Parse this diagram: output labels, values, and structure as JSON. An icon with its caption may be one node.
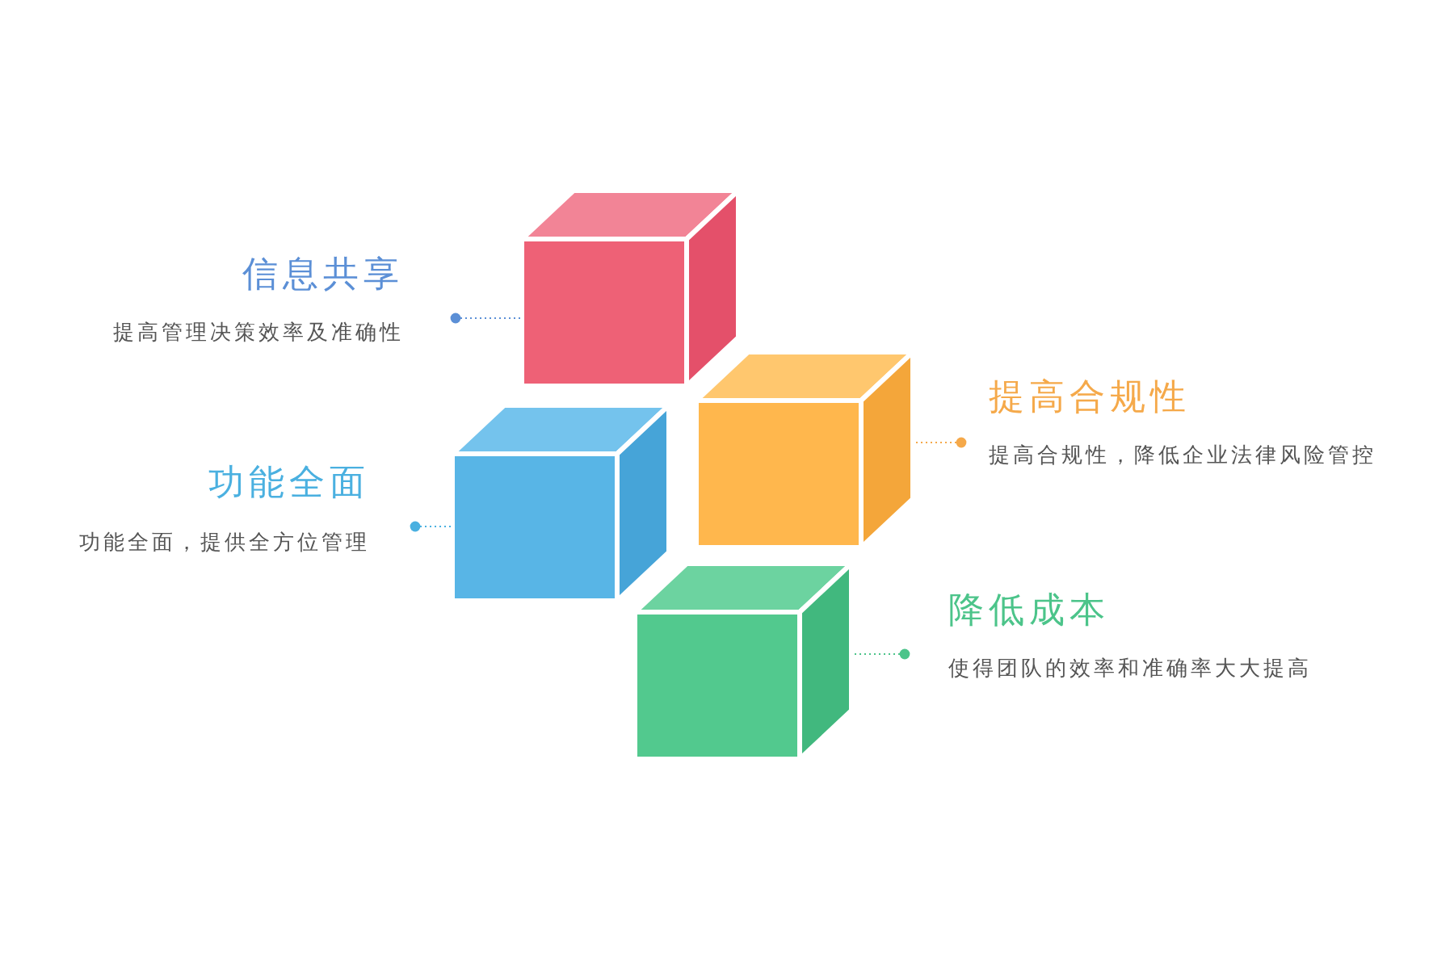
{
  "diagram": {
    "nodes": [
      {
        "text": [
          "信息共享",
          "提高管理决策效率及准确性"
        ]
      },
      {
        "text": [],
        "shape": "box"
      },
      {
        "text": [
          "提高合规性",
          "提高合规性，降低企业法律风险管控"
        ]
      },
      {
        "text": [],
        "shape": "box"
      },
      {
        "text": [
          "功能全面",
          "功能全面，提供全方位管理"
        ]
      },
      {
        "text": [],
        "shape": "box"
      },
      {
        "text": [],
        "shape": "box"
      },
      {
        "text": [
          "降低成本",
          "使得团队的效率和准确率大大提高"
        ]
      }
    ],
    "edges": [
      {
        "from": 0,
        "to": 1,
        "arrow": "other",
        "style": "dashed",
        "color": "#5b8fd6"
      },
      {
        "from": 2,
        "to": 3,
        "arrow": "other",
        "style": "dashed",
        "color": "#f5a94a"
      },
      {
        "from": 4,
        "to": 5,
        "arrow": "other",
        "style": "dashed",
        "color": "#4ab0e0"
      },
      {
        "from": 7,
        "to": 6,
        "arrow": "other",
        "style": "dashed",
        "color": "#4cc48a"
      }
    ]
  }
}
